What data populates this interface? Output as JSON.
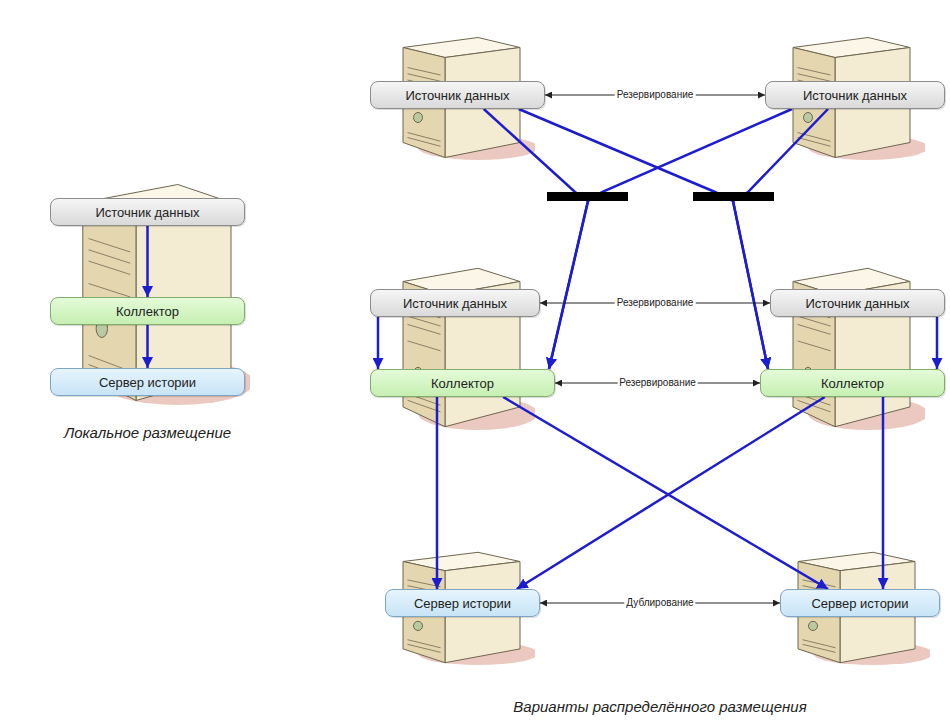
{
  "diagram": {
    "nodes": [
      {
        "text": [
          "Источник данных"
        ]
      },
      {
        "text": [
          "Коллектор"
        ]
      },
      {
        "text": [
          "Сервер истории"
        ]
      },
      {
        "text": [
          "Источник данных"
        ]
      },
      {
        "text": [
          "Источник данных"
        ]
      },
      {
        "text": [
          "Источник данных"
        ]
      },
      {
        "text": [
          "Источник данных"
        ]
      },
      {
        "text": [
          "Коллектор"
        ]
      },
      {
        "text": [
          "Коллектор"
        ]
      },
      {
        "text": [
          "Сервер истории"
        ]
      },
      {
        "text": [
          "Сервер истории"
        ]
      }
    ],
    "edges": [
      {
        "from": 0,
        "to": 1,
        "arrow": "to"
      },
      {
        "from": 1,
        "to": 2,
        "arrow": "to"
      },
      {
        "from": 3,
        "to": 4,
        "label": "Резервирование",
        "arrow": "both"
      },
      {
        "from": 3,
        "to": 7,
        "arrow": "to"
      },
      {
        "from": 3,
        "to": 8,
        "arrow": "to"
      },
      {
        "from": 4,
        "to": 7,
        "arrow": "to"
      },
      {
        "from": 4,
        "to": 8,
        "arrow": "to"
      },
      {
        "from": 5,
        "to": 6,
        "label": "Резервирование",
        "arrow": "both"
      },
      {
        "from": 7,
        "to": 8,
        "label": "Резервирование",
        "arrow": "both"
      },
      {
        "from": 5,
        "to": 7,
        "arrow": "to"
      },
      {
        "from": 6,
        "to": 8,
        "arrow": "to"
      },
      {
        "from": 9,
        "to": 10,
        "label": "Дублирование",
        "arrow": "both"
      },
      {
        "from": 7,
        "to": 9,
        "arrow": "to"
      },
      {
        "from": 7,
        "to": 10,
        "arrow": "to"
      },
      {
        "from": 8,
        "to": 9,
        "arrow": "to"
      },
      {
        "from": 8,
        "to": 10,
        "arrow": "to"
      }
    ],
    "labels": [
      "Локальное размещение",
      "Варианты распределённого размещения"
    ]
  }
}
